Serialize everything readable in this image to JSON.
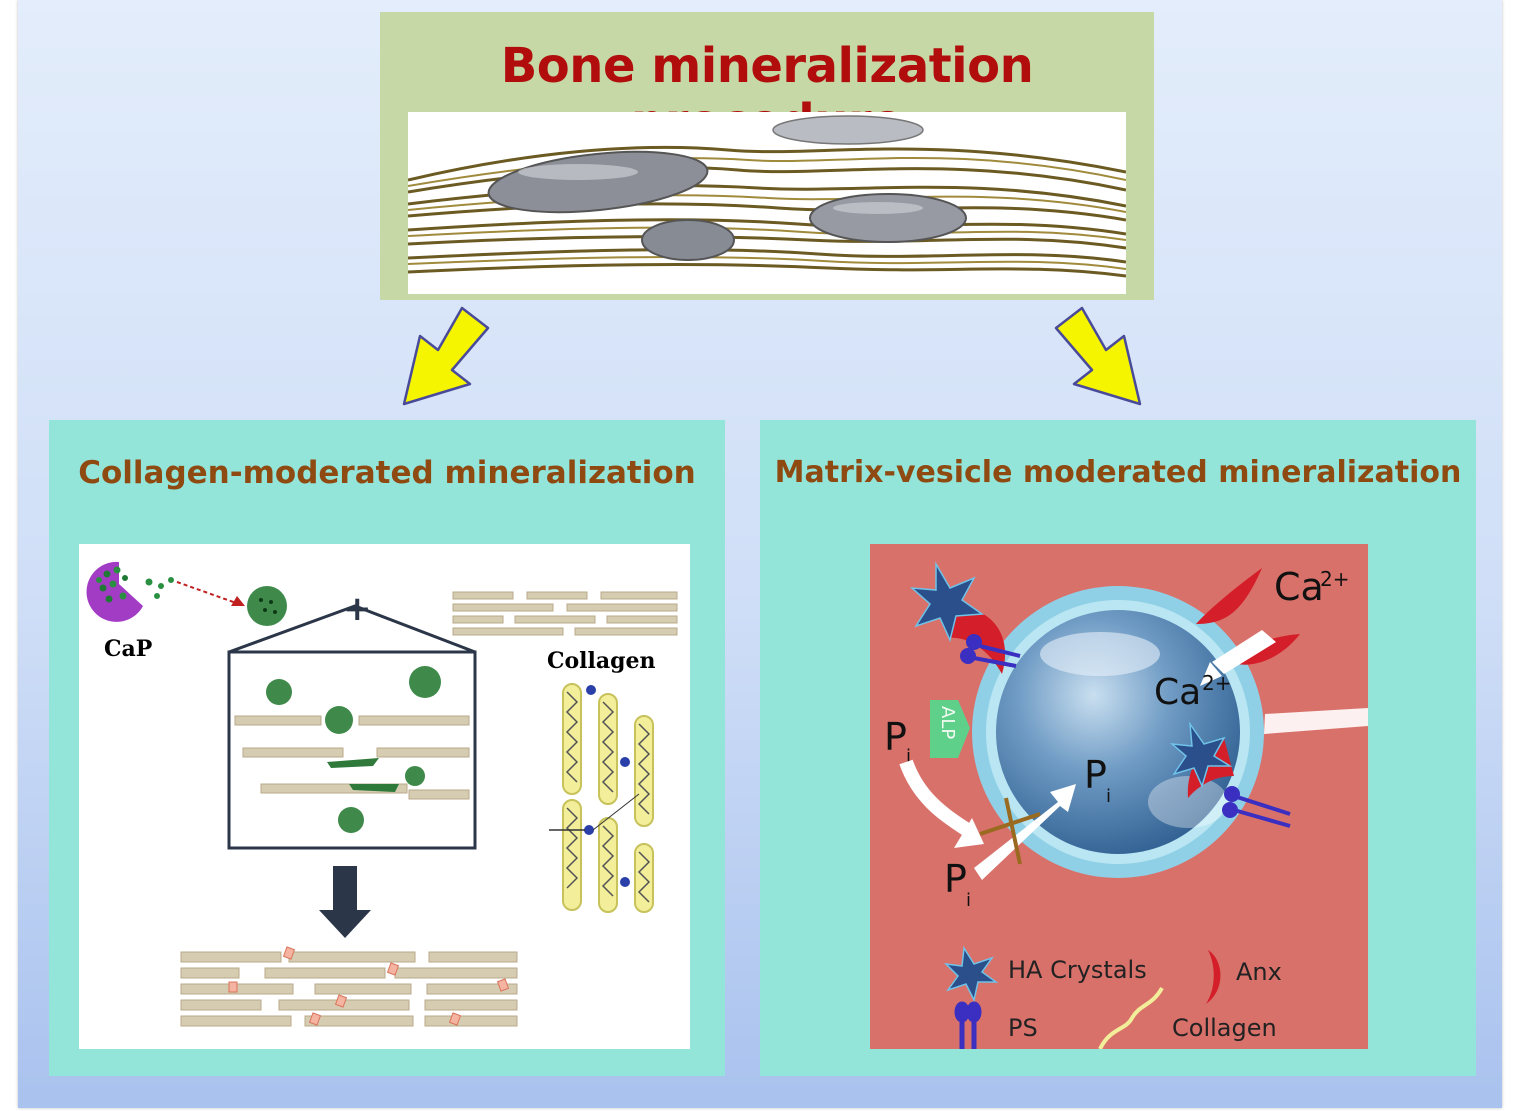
{
  "title": "Bone mineralization procedure",
  "colors": {
    "title_red": "#b10d0d",
    "panel_title_brown": "#8f4a12",
    "top_box_green": "#c5d8a5",
    "panel_teal": "#93e4d9",
    "arrow_yellow": "#f5f500"
  },
  "left_panel": {
    "title": "Collagen-moderated mineralization",
    "label_cap": "CaP",
    "label_collagen": "Collagen"
  },
  "right_panel": {
    "title": "Matrix-vesicle moderated mineralization",
    "ca_outer": "Ca",
    "ca_outer_sup": "2+",
    "ca_inner": "Ca",
    "ca_inner_sup": "2+",
    "alp": "ALP",
    "pi_base": "P",
    "pi_sub": "i",
    "legend": {
      "ha": "HA Crystals",
      "anx": "Anx",
      "ps": "PS",
      "collagen": "Collagen"
    }
  }
}
